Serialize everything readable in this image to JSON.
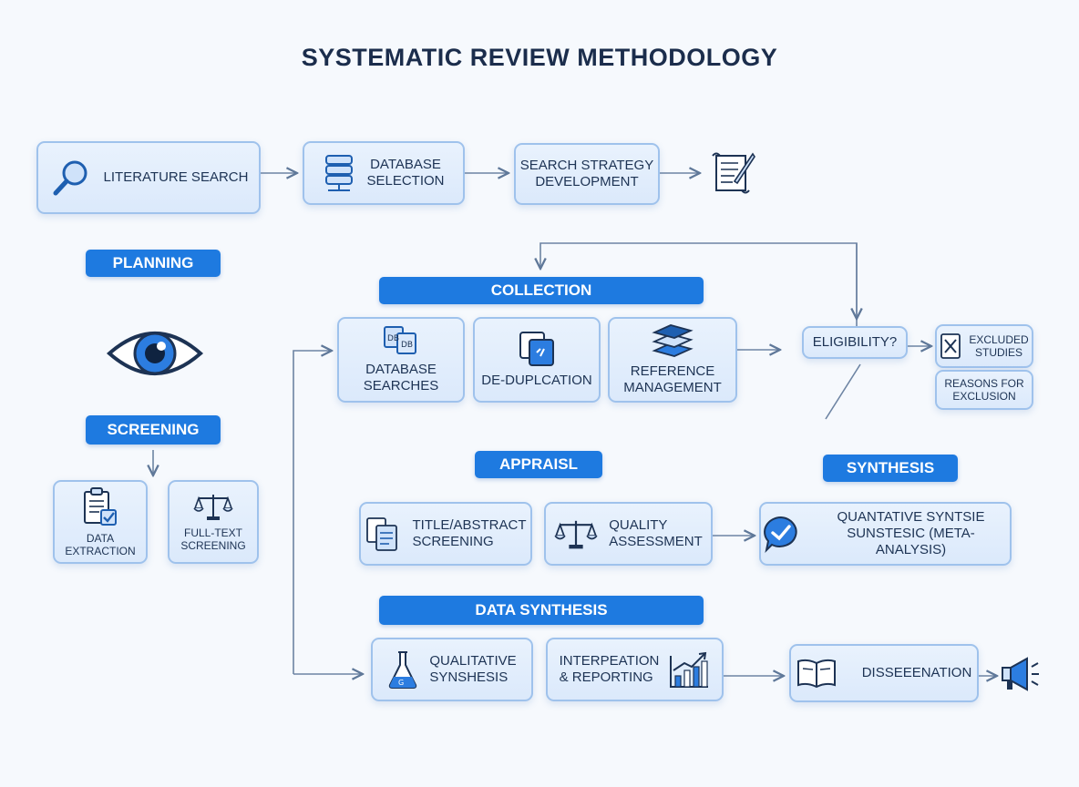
{
  "title": "SYSTEMATIC REVIEW METHODOLOGY",
  "sections": {
    "planning": "PLANNING",
    "screening": "SCREENING",
    "collection": "COLLECTION",
    "appraisal": "APPRAISL",
    "synthesis": "SYNTHESIS",
    "data_synthesis": "DATA SYNTHESIS"
  },
  "nodes": {
    "literature_search": "LITERATURE SEARCH",
    "database_selection": "DATABASE\nSELECTION",
    "search_strategy": "SEARCH STRATEGY\nDEVELOPMENT",
    "database_searches": "DATABASE\nSEARCHES",
    "deduplication": "DE-DUPLCATION",
    "reference_management": "REFERENCE\nMANAGEMENT",
    "eligibility": "ELIGIBILITY?",
    "excluded_studies": "EXCLUDED\nSTUDIES",
    "reasons_for_exclusion": "REASONS FOR\nEXCLUSION",
    "data_extraction": "DATA EXTRACTION",
    "fulltext_screening": "FULL-TEXT\nSCREENING",
    "title_abstract_screening": "TITLE/ABSTRACT\nSCREENING",
    "quality_assessment": "QUALITY\nASSESSMENT",
    "quantitative_synthesis": "QUANTATIVE SYNTSIE\nSUNSTESIC (META-ANALYSIS)",
    "qualitative_synthesis": "QUALITATIVE\nSYNSHESIS",
    "interpretation_reporting": "INTERPEATION\n& REPORTING",
    "dissemination": "DISSEEENATION"
  },
  "icons": {
    "literature_search": "magnifier-icon",
    "database_selection": "database-server-icon",
    "search_strategy": "scroll-quill-icon",
    "planning": "eye-icon",
    "database_searches": "db-documents-icon",
    "deduplication": "duplicate-files-icon",
    "reference_management": "book-stack-icon",
    "excluded_studies": "excluded-document-icon",
    "data_extraction": "clipboard-check-icon",
    "fulltext_screening": "scales-icon",
    "title_abstract_screening": "documents-icon",
    "quality_assessment": "scales-icon",
    "quantitative_synthesis": "chat-check-icon",
    "qualitative_synthesis": "flask-icon",
    "interpretation_reporting": "bar-chart-icon",
    "dissemination": "open-book-icon",
    "megaphone": "megaphone-icon"
  },
  "icon_glyphs": {
    "database_searches": "DB",
    "qualitative_synthesis": "G"
  },
  "colors": {
    "accent": "#1e7ae0",
    "node_fill": "#e3eefc",
    "node_border": "#9fc2ec",
    "text": "#1d3354",
    "connector": "#5f7899"
  }
}
